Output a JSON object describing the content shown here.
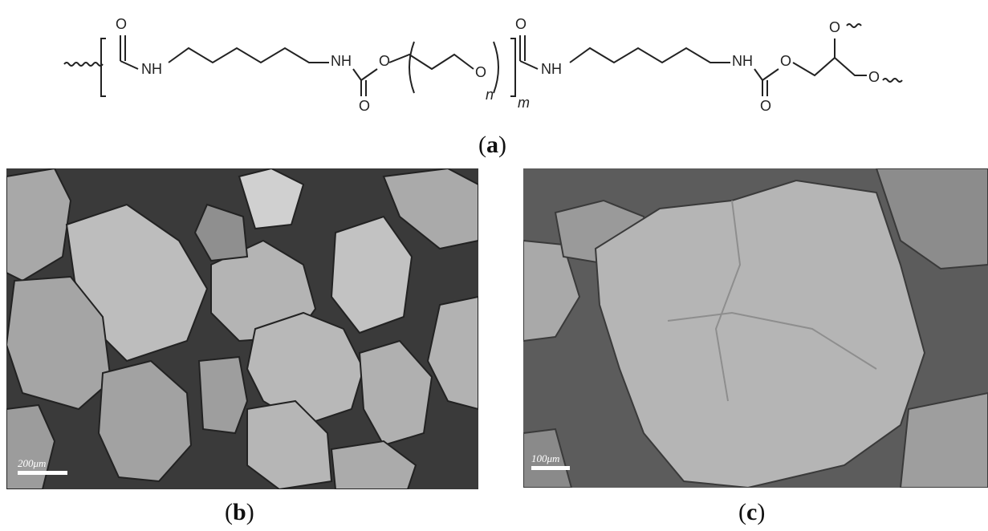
{
  "structure": {
    "atoms": {
      "o1": "O",
      "nh1": "NH",
      "nh2": "NH",
      "o2": "O",
      "o3": "O",
      "o4": "O",
      "o5": "O",
      "nh3": "NH",
      "nh4": "NH",
      "o6": "O",
      "o7": "O",
      "o8": "O",
      "o9": "O"
    },
    "subscripts": {
      "n": "n",
      "m": "m"
    }
  },
  "captions": {
    "a": "a",
    "b": "b",
    "c": "c"
  },
  "panels": {
    "b": {
      "scale_label": "200μm"
    },
    "c": {
      "scale_label": "100μm"
    }
  }
}
